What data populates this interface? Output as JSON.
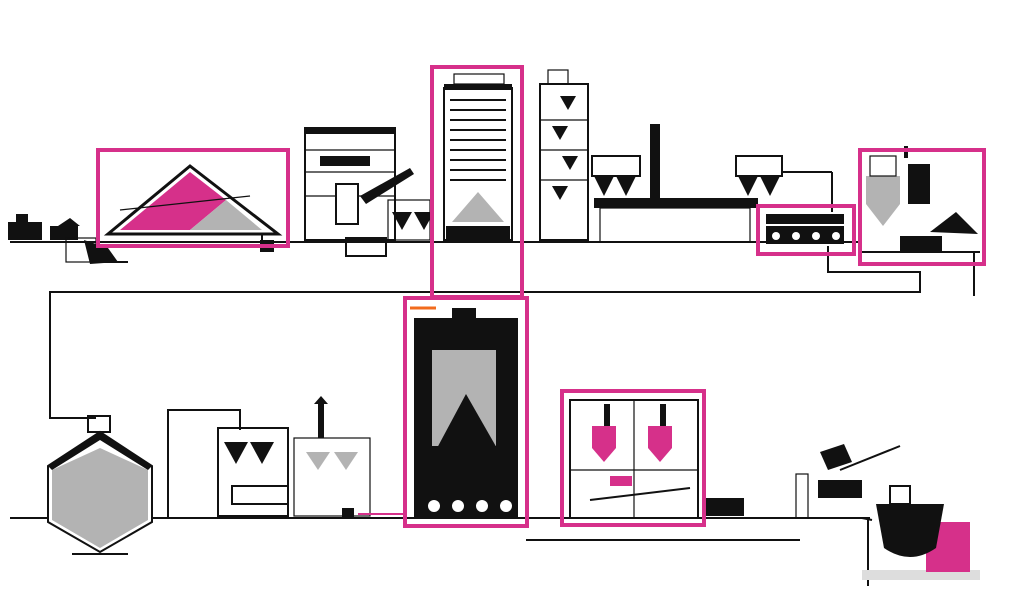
{
  "title": "",
  "colors": {
    "accent": "#d6308a",
    "ink": "#111111",
    "fill_gray": "#b3b3b3",
    "pipe_orange": "#f26b1d",
    "ground_gray": "#dddddd"
  },
  "highlighted_units": [
    "storage-shed",
    "tall-silo",
    "screw-conveyor",
    "mixing-station",
    "kiln-reactor",
    "bagging-tower"
  ]
}
